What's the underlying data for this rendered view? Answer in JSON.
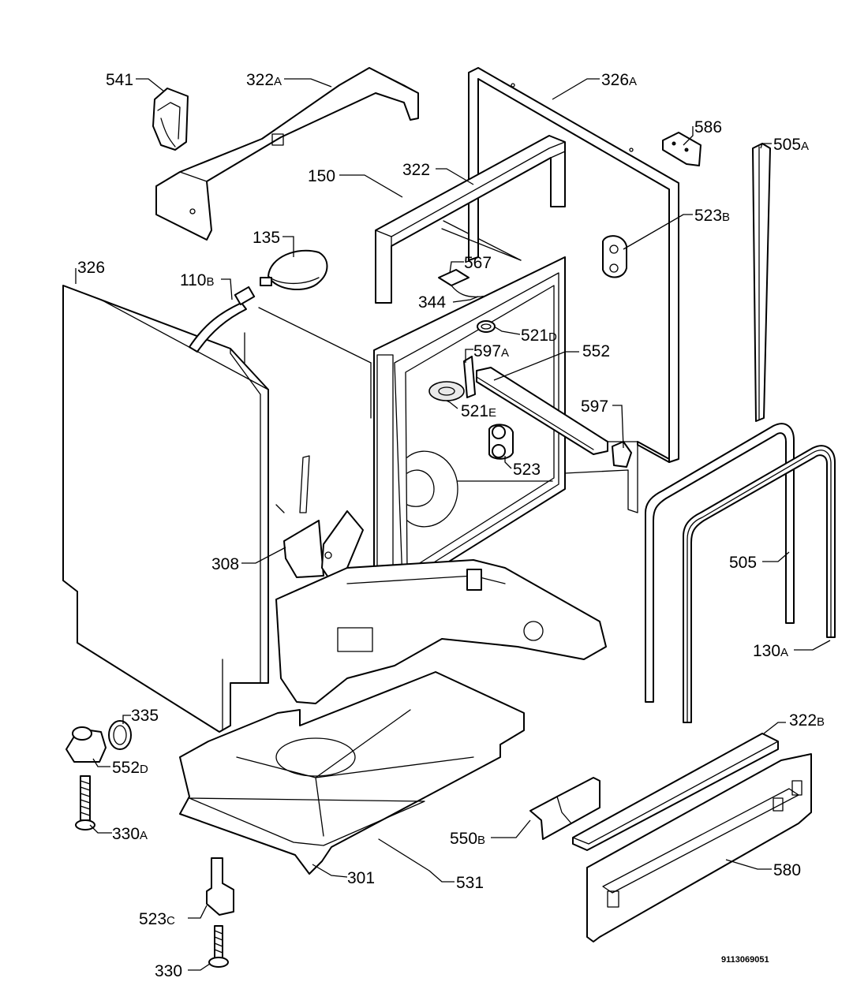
{
  "labels": [
    {
      "id": "p541",
      "num": "541",
      "sfx": ""
    },
    {
      "id": "p322a",
      "num": "322",
      "sfx": "A"
    },
    {
      "id": "p326a",
      "num": "326",
      "sfx": "A"
    },
    {
      "id": "p586",
      "num": "586",
      "sfx": ""
    },
    {
      "id": "p505a",
      "num": "505",
      "sfx": "A"
    },
    {
      "id": "p150",
      "num": "150",
      "sfx": ""
    },
    {
      "id": "p322",
      "num": "322",
      "sfx": ""
    },
    {
      "id": "p523b",
      "num": "523",
      "sfx": "B"
    },
    {
      "id": "p135",
      "num": "135",
      "sfx": ""
    },
    {
      "id": "p567",
      "num": "567",
      "sfx": ""
    },
    {
      "id": "p326",
      "num": "326",
      "sfx": ""
    },
    {
      "id": "p110b",
      "num": "110",
      "sfx": "B"
    },
    {
      "id": "p344",
      "num": "344",
      "sfx": ""
    },
    {
      "id": "p521d",
      "num": "521",
      "sfx": "D"
    },
    {
      "id": "p597a",
      "num": "597",
      "sfx": "A"
    },
    {
      "id": "p552",
      "num": "552",
      "sfx": ""
    },
    {
      "id": "p521e",
      "num": "521",
      "sfx": "E"
    },
    {
      "id": "p597",
      "num": "597",
      "sfx": ""
    },
    {
      "id": "p523",
      "num": "523",
      "sfx": ""
    },
    {
      "id": "p505",
      "num": "505",
      "sfx": ""
    },
    {
      "id": "p308",
      "num": "308",
      "sfx": ""
    },
    {
      "id": "p130a",
      "num": "130",
      "sfx": "A"
    },
    {
      "id": "p335",
      "num": "335",
      "sfx": ""
    },
    {
      "id": "p322b",
      "num": "322",
      "sfx": "B"
    },
    {
      "id": "p552d",
      "num": "552",
      "sfx": "D"
    },
    {
      "id": "p330a",
      "num": "330",
      "sfx": "A"
    },
    {
      "id": "p550b",
      "num": "550",
      "sfx": "B"
    },
    {
      "id": "p301",
      "num": "301",
      "sfx": ""
    },
    {
      "id": "p531",
      "num": "531",
      "sfx": ""
    },
    {
      "id": "p580",
      "num": "580",
      "sfx": ""
    },
    {
      "id": "p523c",
      "num": "523",
      "sfx": "C"
    },
    {
      "id": "p330",
      "num": "330",
      "sfx": ""
    }
  ],
  "diagram_code": "9113069051"
}
